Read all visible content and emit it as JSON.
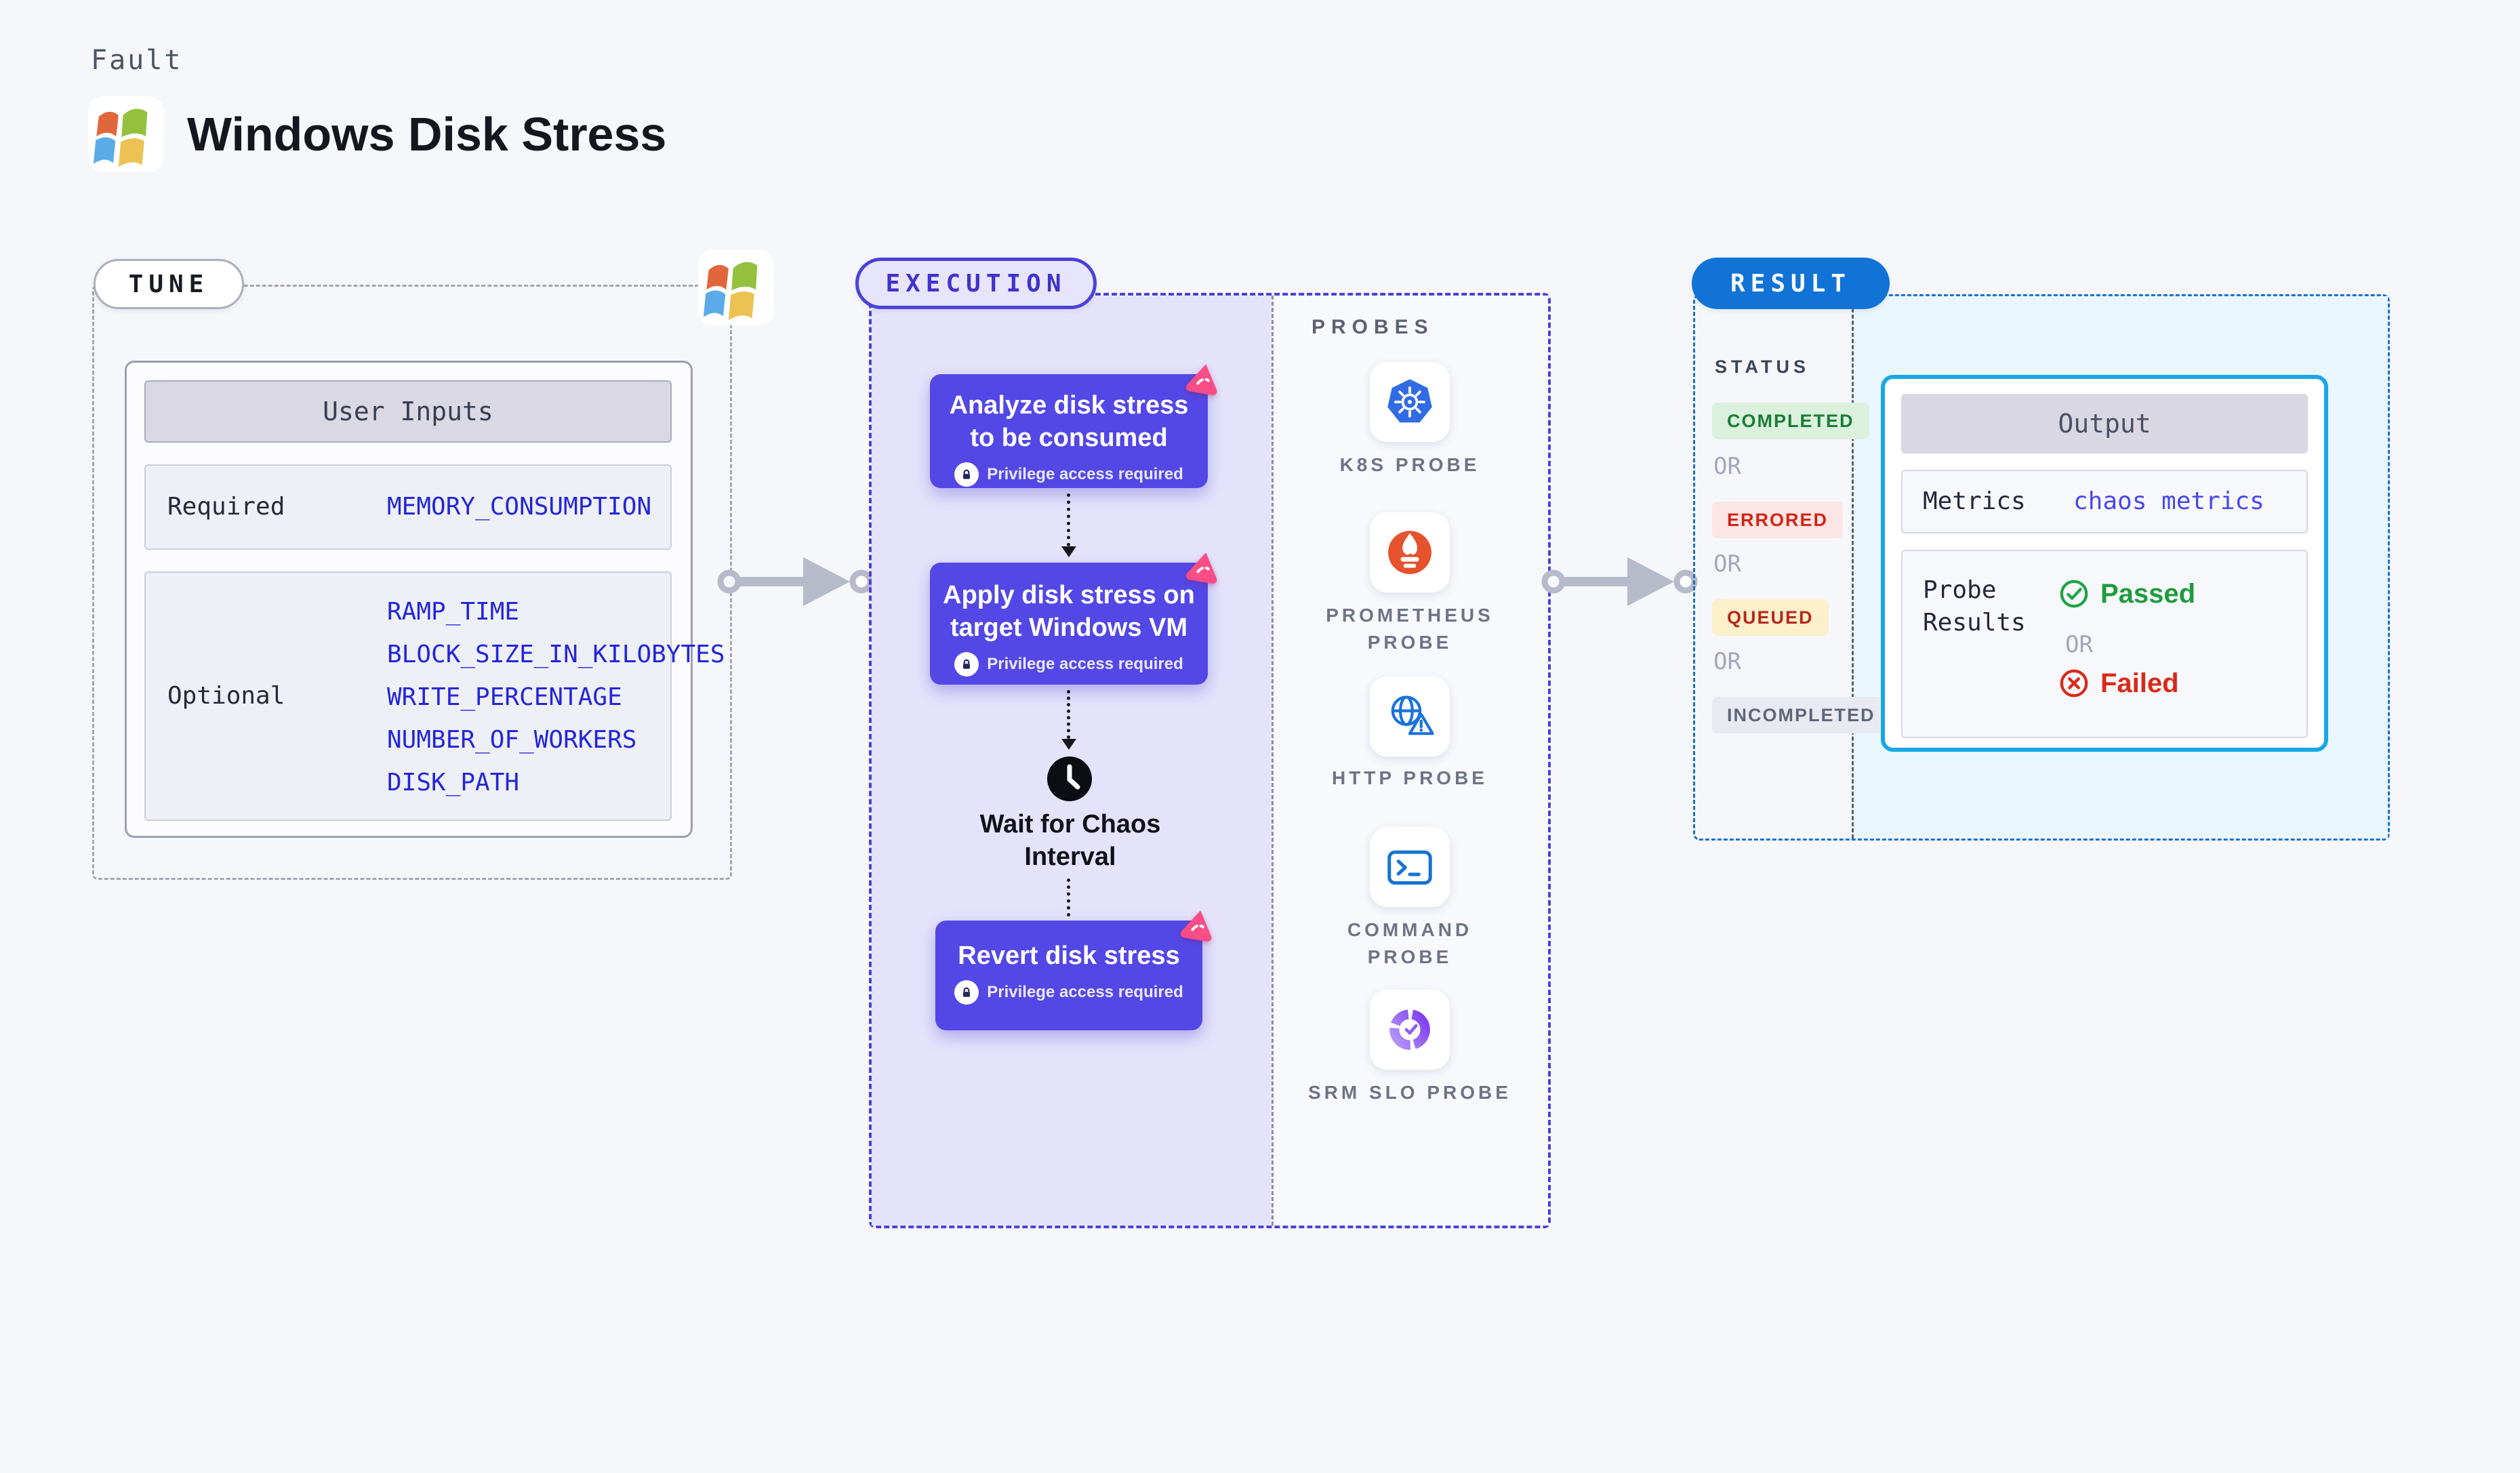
{
  "header": {
    "eyebrow": "Fault",
    "title": "Windows Disk Stress"
  },
  "tune": {
    "label": "TUNE",
    "table": {
      "header": "User Inputs",
      "rows": [
        {
          "label": "Required",
          "params": [
            "MEMORY_CONSUMPTION"
          ]
        },
        {
          "label": "Optional",
          "params": [
            "RAMP_TIME",
            "BLOCK_SIZE_IN_KILOBYTES",
            "WRITE_PERCENTAGE",
            "NUMBER_OF_WORKERS",
            "DISK_PATH"
          ]
        }
      ]
    }
  },
  "execution": {
    "label": "EXECUTION",
    "nodes": [
      {
        "title": "Analyze disk stress to be consumed",
        "badge": "Privilege access required"
      },
      {
        "title": "Apply disk stress on target Windows VM",
        "badge": "Privilege access required"
      },
      {
        "title": "Revert disk stress",
        "badge": "Privilege access required"
      }
    ],
    "wait_step": "Wait for Chaos Interval"
  },
  "probes": {
    "label": "PROBES",
    "items": [
      {
        "name": "K8S PROBE",
        "icon": "kubernetes-icon"
      },
      {
        "name": "PROMETHEUS PROBE",
        "icon": "prometheus-icon"
      },
      {
        "name": "HTTP PROBE",
        "icon": "http-globe-icon"
      },
      {
        "name": "COMMAND PROBE",
        "icon": "terminal-icon"
      },
      {
        "name": "SRM SLO PROBE",
        "icon": "srm-slo-icon"
      }
    ]
  },
  "result": {
    "label": "RESULT",
    "status": {
      "heading": "STATUS",
      "separator": "OR",
      "items": [
        {
          "text": "COMPLETED",
          "fg": "#197d35",
          "bg": "#dbf0dd"
        },
        {
          "text": "ERRORED",
          "fg": "#cf2517",
          "bg": "#fce5e4"
        },
        {
          "text": "QUEUED",
          "fg": "#b5291b",
          "bg": "#fbf0ca"
        },
        {
          "text": "INCOMPLETED",
          "fg": "#5f6678",
          "bg": "#e9eaf1"
        }
      ]
    },
    "output": {
      "header": "Output",
      "metrics_label": "Metrics",
      "metrics_link": "chaos metrics",
      "probe_results_label": "Probe Results",
      "passed": "Passed",
      "or": "OR",
      "failed": "Failed"
    }
  },
  "colors": {
    "page_bg": "#f6f7fa",
    "node_purple": "#5348e5",
    "execution_fill": "#e5e3fb",
    "execution_border": "#4a42d8",
    "tune_border": "#a0a7b4",
    "result_border": "#1c70d0",
    "result_pill_bg": "#1173d6",
    "output_border": "#16a7e5",
    "output_area_bg": "#e9f6fd",
    "param_blue": "#2426db",
    "link_blue": "#4946ec",
    "passed_green": "#1f9c3e",
    "failed_red": "#d92a19",
    "chaos_badge_pink": "#f94d87",
    "arrow_gray": "#b7bac9"
  }
}
